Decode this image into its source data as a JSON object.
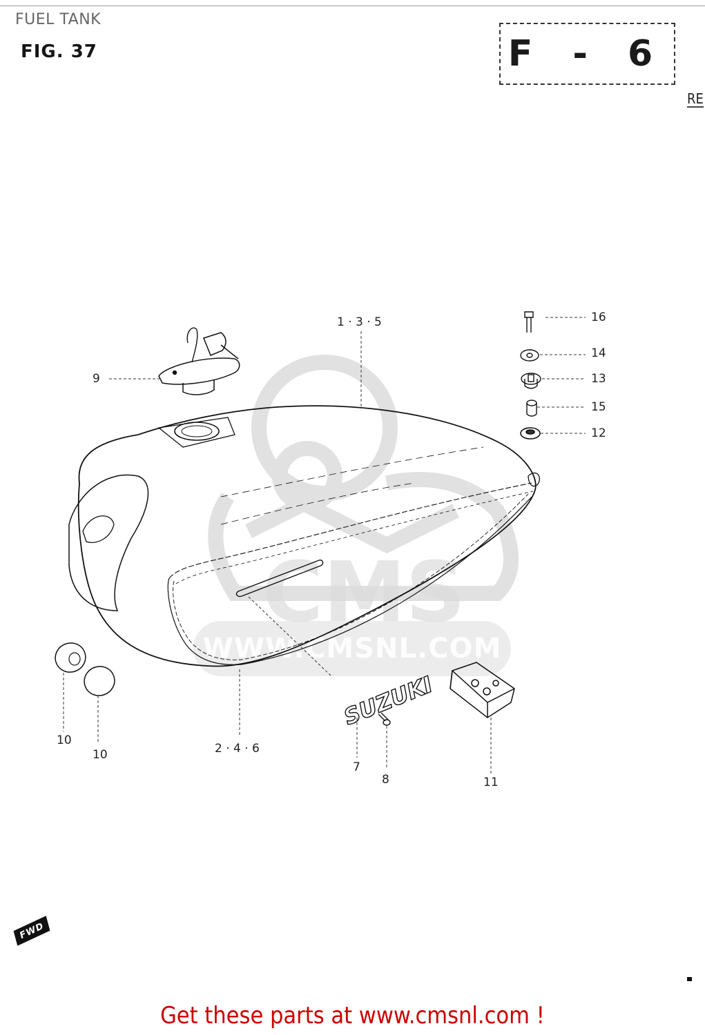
{
  "header": {
    "title": "FUEL TANK",
    "figure_label": "FIG. 37",
    "section_code": "F-6",
    "section_code_display": "F - 6",
    "corner_mark": "RE"
  },
  "diagram": {
    "watermark": {
      "logo": "cms-mascot-logo",
      "text": "WWW.CMSNL.COM"
    },
    "parts": [
      {
        "ref": "1·3·5",
        "label": "1 · 3 · 5",
        "part": "fuel-tank"
      },
      {
        "ref": "2·4·6",
        "label": "2 · 4 · 6",
        "part": "tank-side-stripe"
      },
      {
        "ref": "7",
        "label": "7",
        "part": "suzuki-emblem"
      },
      {
        "ref": "8",
        "label": "8",
        "part": "emblem-screw"
      },
      {
        "ref": "9",
        "label": "9",
        "part": "fuel-cap-with-keys"
      },
      {
        "ref": "10a",
        "label": "10",
        "part": "cushion-front-left"
      },
      {
        "ref": "10b",
        "label": "10",
        "part": "cushion-front-right"
      },
      {
        "ref": "11",
        "label": "11",
        "part": "knee-grip-pad"
      },
      {
        "ref": "12",
        "label": "12",
        "part": "rear-cushion"
      },
      {
        "ref": "13",
        "label": "13",
        "part": "mounting-cushion"
      },
      {
        "ref": "14",
        "label": "14",
        "part": "washer"
      },
      {
        "ref": "15",
        "label": "15",
        "part": "spacer"
      },
      {
        "ref": "16",
        "label": "16",
        "part": "bolt"
      }
    ],
    "emblem_text": "SUZUKI",
    "direction_marker": "FWD"
  },
  "footer": {
    "link_text": "Get these parts at www.cmsnl.com !",
    "link_color": "#cc0000"
  }
}
